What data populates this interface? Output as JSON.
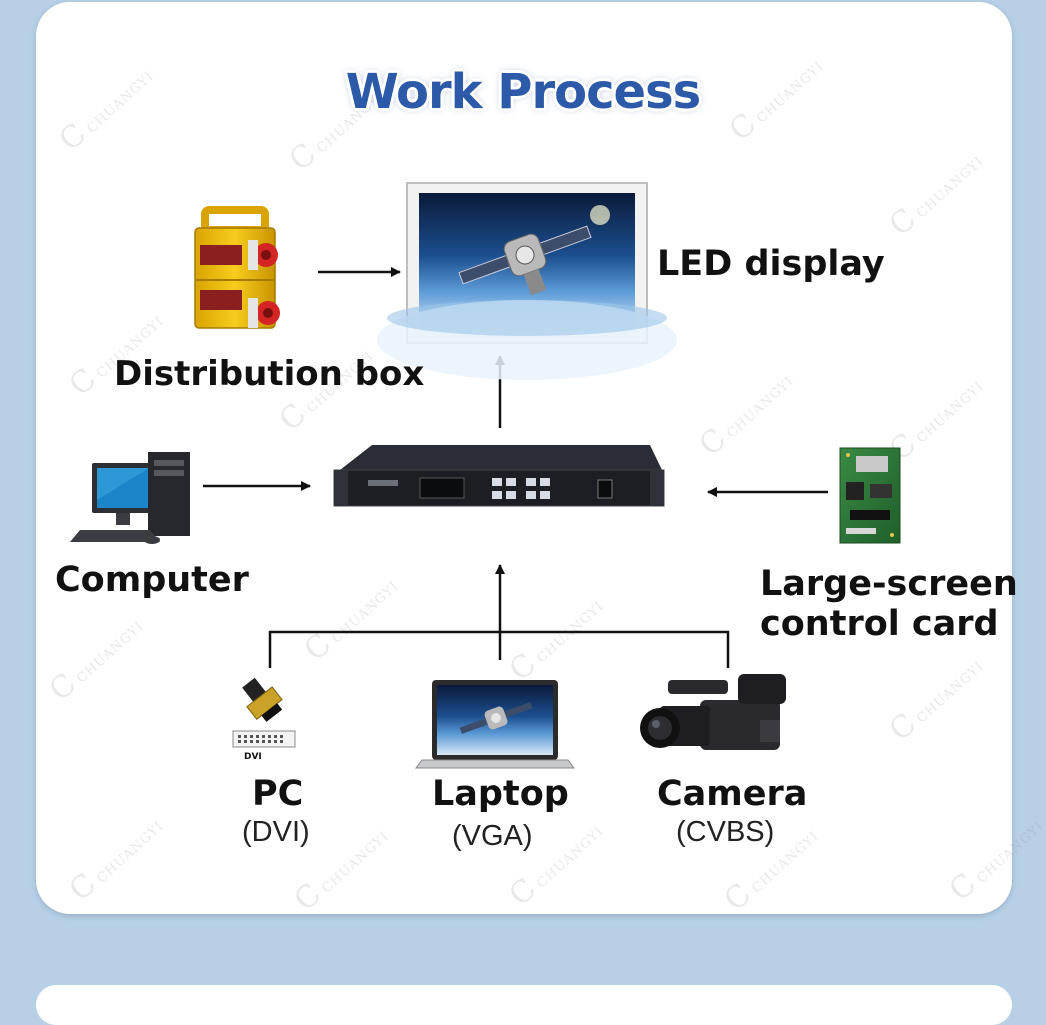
{
  "title": "Work Process",
  "watermark": "CHUANGYI",
  "nodes": {
    "led_display": "LED display",
    "distribution_box": "Distribution box",
    "computer": "Computer",
    "control_card_line1": "Large-screen",
    "control_card_line2": "control card",
    "pc": "PC",
    "pc_sub": "(DVI)",
    "pc_connector_label": "DVI",
    "laptop": "Laptop",
    "laptop_sub": "(VGA)",
    "camera": "Camera",
    "camera_sub": "(CVBS)"
  },
  "colors": {
    "background": "#b7d0e6",
    "title": "#2c5aa8",
    "arrow": "#111111"
  }
}
